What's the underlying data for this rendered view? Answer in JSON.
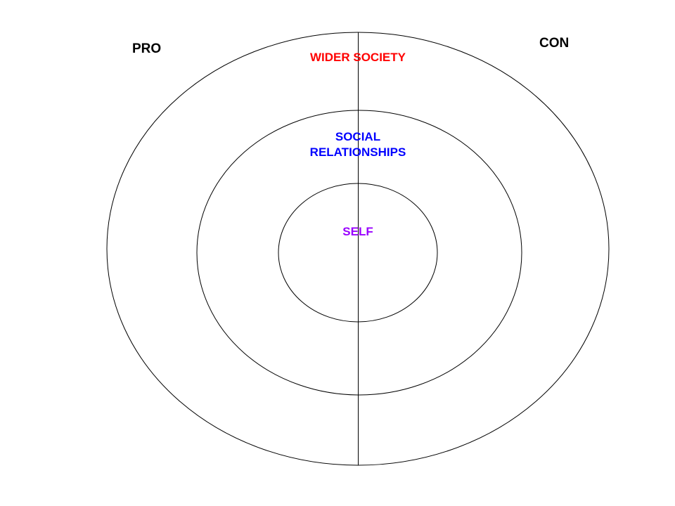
{
  "labels": {
    "pro": "PRO",
    "con": "CON",
    "wider_society": "WIDER SOCIETY",
    "social_relationships_line1": "SOCIAL",
    "social_relationships_line2": "RELATIONSHIPS",
    "self": "SELF"
  },
  "colors": {
    "wider_society": "#ff0000",
    "social_relationships": "#0000ff",
    "self": "#9900ff",
    "outline": "#000000"
  }
}
